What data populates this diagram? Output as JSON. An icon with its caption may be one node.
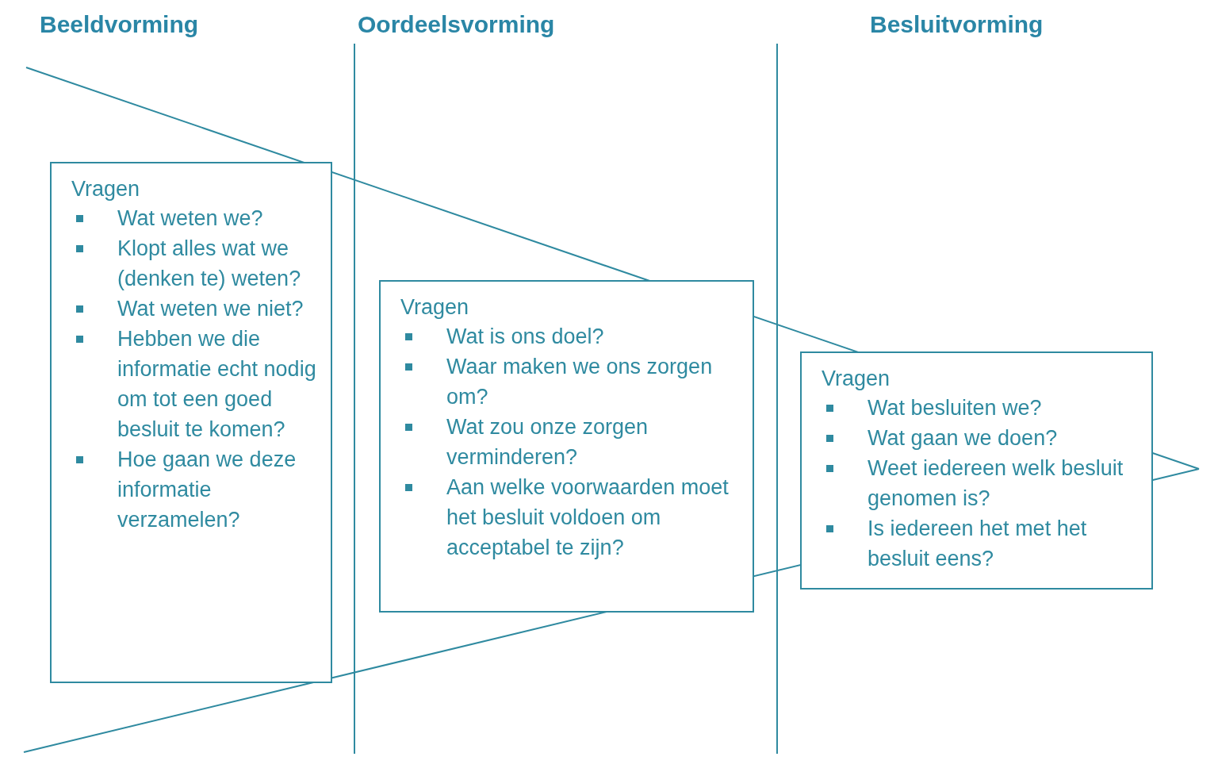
{
  "diagram": {
    "nodes": [
      {
        "text": [
          "Vragen",
          "Wat weten we?",
          "Klopt alles wat we (denken te) weten?",
          "Wat weten we niet?",
          "Hebben we die informatie echt nodig om tot een goed besluit te komen?",
          "Hoe gaan we deze informatie verzamelen?"
        ]
      },
      {
        "text": [
          "Vragen",
          "Wat is ons doel?",
          "Waar maken we ons zorgen om?",
          "Wat zou onze zorgen verminderen?",
          "Aan welke voorwaarden moet het besluit voldoen om acceptabel te zijn?"
        ]
      },
      {
        "text": [
          "Vragen",
          "Wat besluiten we?",
          "Wat gaan we doen?",
          "Weet iedereen welk besluit genomen is?",
          "Is iedereen het met het besluit eens?"
        ]
      }
    ],
    "labels": [
      "Beeldvorming",
      "Oordeelsvorming",
      "Besluitvorming"
    ]
  }
}
